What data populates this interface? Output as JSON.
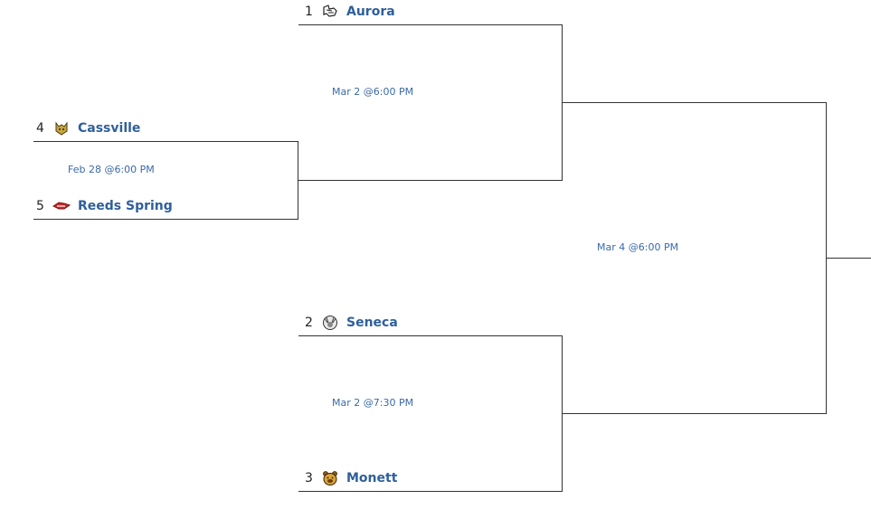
{
  "teams": {
    "aurora": {
      "seed": "1",
      "name": "Aurora"
    },
    "cassville": {
      "seed": "4",
      "name": "Cassville"
    },
    "reeds_spring": {
      "seed": "5",
      "name": "Reeds Spring"
    },
    "seneca": {
      "seed": "2",
      "name": "Seneca"
    },
    "monett": {
      "seed": "3",
      "name": "Monett"
    }
  },
  "games": {
    "g1": "Feb 28 @6:00 PM",
    "g2": "Mar 2 @6:00 PM",
    "g3": "Mar 2 @7:30 PM",
    "g4": "Mar 4 @6:00 PM"
  },
  "colors": {
    "team_link": "#2f5f9b",
    "game_link": "#3a6aa8",
    "bracket_line": "#333333"
  },
  "icons": {
    "aurora": "aurora-logo-icon",
    "cassville": "cassville-wildcat-logo-icon",
    "reeds_spring": "reeds-spring-wolf-logo-icon",
    "seneca": "seneca-indian-logo-icon",
    "monett": "monett-bear-logo-icon"
  }
}
